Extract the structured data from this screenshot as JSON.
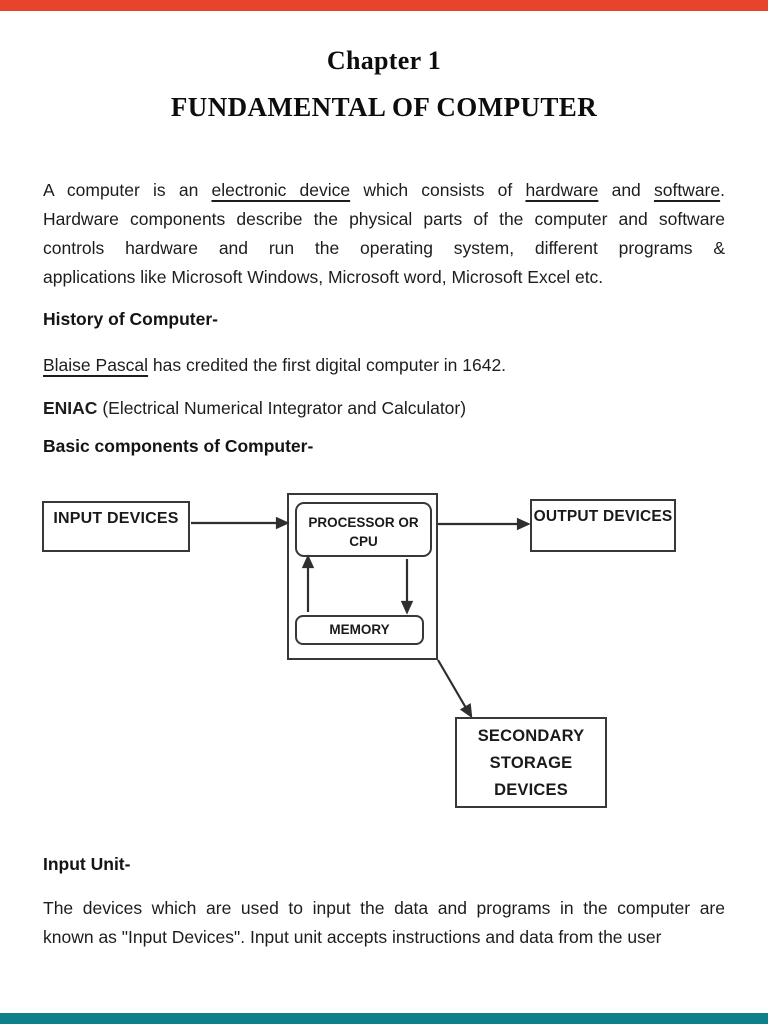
{
  "page": {
    "title_line1": "Chapter 1",
    "title_line2": "FUNDAMENTAL OF COMPUTER"
  },
  "accents": {
    "top_bar_color": "#e8432d",
    "bottom_bar_color": "#0f7f8b"
  },
  "intro": {
    "line1": {
      "p1": "A computer is an ",
      "u1": "electronic device",
      "p2": " which consists of ",
      "u2": "hardware",
      "p3": " and ",
      "u3": "software",
      "p4": "."
    },
    "line2": "Hardware components describe the physical parts of the computer and software",
    "line3": "controls hardware and run the operating system, different programs &",
    "line4": "applications like Microsoft Windows, Microsoft word, Microsoft Excel etc."
  },
  "history": {
    "heading": "History of Computer-",
    "blaise_underlined": "Blaise Pascal",
    "blaise_rest": " has credited the first digital computer in 1642.",
    "eniac_bold": "ENIAC",
    "eniac_rest": " (Electrical Numerical Integrator and Calculator)"
  },
  "components": {
    "heading": "Basic components of Computer-",
    "diagram": {
      "input_box": "INPUT DEVICES",
      "processor_line1": "PROCESSOR OR",
      "processor_line2": "CPU",
      "memory_box": "MEMORY",
      "output_box": "OUTPUT DEVICES",
      "storage_line1": "SECONDARY",
      "storage_line2": "STORAGE",
      "storage_line3": "DEVICES"
    }
  },
  "input_unit": {
    "heading": "Input Unit-",
    "line1": "The devices which are used to input the data and programs in the computer are",
    "line2": "known as \"Input Devices\". Input unit accepts instructions and data from the user"
  }
}
